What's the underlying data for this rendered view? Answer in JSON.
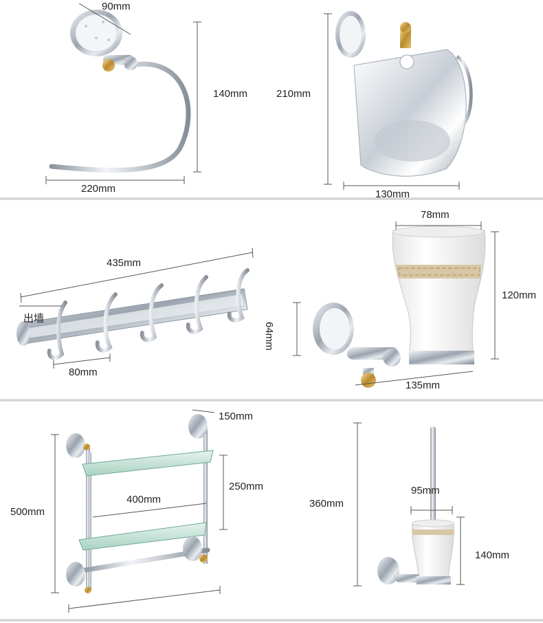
{
  "dimensions": {
    "towel_ring_width": "90mm",
    "towel_ring_height": "140mm",
    "towel_ring_length": "220mm",
    "paper_holder_height": "210mm",
    "paper_holder_width": "130mm",
    "hook_rail_length": "435mm",
    "hook_wall_label": "出墙",
    "hook_spacing": "80mm",
    "tumbler_width": "78mm",
    "tumbler_height": "120mm",
    "tumbler_base_height": "64mm",
    "tumbler_depth": "135mm",
    "shelf_depth": "150mm",
    "shelf_total_height": "500mm",
    "shelf_gap": "250mm",
    "shelf_width": "400mm",
    "brush_total_height": "360mm",
    "brush_cup_width": "95mm",
    "brush_cup_height": "140mm"
  },
  "colors": {
    "chrome": "#c9ced6",
    "gold": "#d2a44a",
    "ceramic": "#f6f6f6",
    "glass": "#bfe0d2"
  }
}
